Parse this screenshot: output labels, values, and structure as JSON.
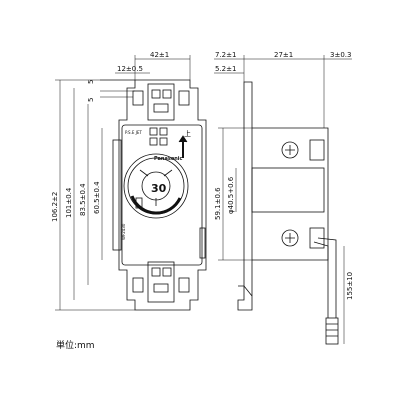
{
  "unit_label": "単位:mm",
  "dimensions": {
    "front_width": "42±1",
    "screw_pitch_h": "12±0.5",
    "top_small": "5",
    "top_small2": "5",
    "overall_height": "106.2±2",
    "height_101": "101±0.4",
    "height_83": "83.5±0.4",
    "height_60": "60.5±0.4",
    "side_depth_a": "7.2±1",
    "side_depth_b": "27±1",
    "side_depth_c": "3±0.3",
    "side_small": "5.2±1",
    "side_height": "59.1±0.6",
    "bore_diameter": "φ40.5+0.6",
    "lead_length": "155±10"
  },
  "device": {
    "brand": "Panasonic",
    "face_label": "30",
    "arrow_label": "上",
    "top_marks": "P.S.E\nJET",
    "model_marks": "WF2430"
  }
}
